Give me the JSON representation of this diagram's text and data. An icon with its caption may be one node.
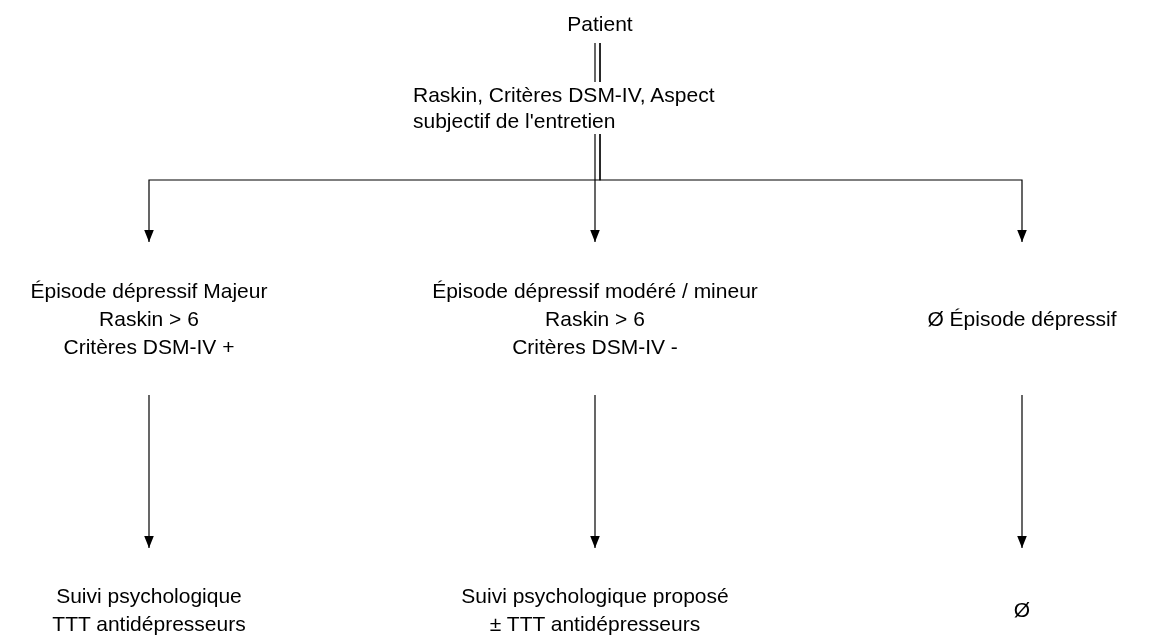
{
  "diagram": {
    "nodes": [
      {
        "text": [
          "Patient"
        ]
      },
      {
        "text": [
          "Épisode dépressif Majeur",
          "Raskin > 6",
          "Critères DSM-IV +"
        ]
      },
      {
        "text": [
          "Épisode dépressif modéré / mineur",
          "Raskin > 6",
          "Critères DSM-IV -"
        ]
      },
      {
        "text": [
          "Ø Épisode dépressif"
        ]
      },
      {
        "text": [
          "Suivi psychologique",
          "TTT antidépresseurs"
        ]
      },
      {
        "text": [
          "Suivi psychologique proposé",
          "± TTT antidépresseurs"
        ]
      },
      {
        "text": [
          "Ø"
        ]
      }
    ],
    "edges": [
      {
        "from": 0,
        "to": 1,
        "arrow": "to"
      },
      {
        "from": 0,
        "to": 2,
        "arrow": "to",
        "label": "Raskin, Critères DSM-IV, Aspect subjectif de l'entretien"
      },
      {
        "from": 0,
        "to": 3,
        "arrow": "to"
      },
      {
        "from": 1,
        "to": 4,
        "arrow": "to"
      },
      {
        "from": 2,
        "to": 5,
        "arrow": "to"
      },
      {
        "from": 3,
        "to": 6,
        "arrow": "to"
      }
    ]
  }
}
